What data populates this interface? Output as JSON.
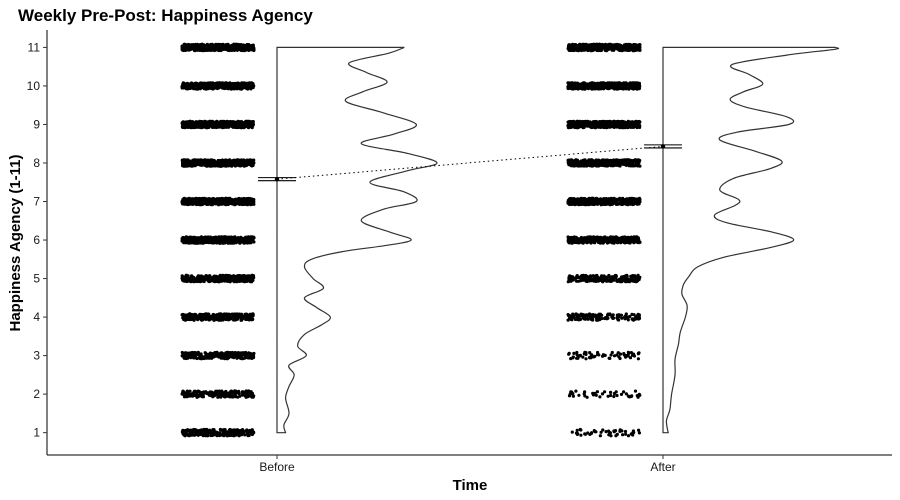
{
  "chart_data": {
    "type": "scatter",
    "title": "Weekly Pre-Post: Happiness Agency",
    "xlabel": "Time",
    "ylabel": "Happiness Agency (1-11)",
    "categories": [
      "Before",
      "After"
    ],
    "y_ticks": [
      1,
      2,
      3,
      4,
      5,
      6,
      7,
      8,
      9,
      10,
      11
    ],
    "ylim": [
      0.42,
      11.4
    ],
    "grid": false,
    "legend": "none",
    "groups": [
      {
        "category": "Before",
        "mean": 7.58,
        "se": 0.04,
        "points_per_level": [
          260,
          220,
          260,
          300,
          320,
          420,
          480,
          460,
          460,
          420,
          440
        ],
        "density": [
          [
            1.0,
            0.05
          ],
          [
            1.2,
            0.04
          ],
          [
            1.5,
            0.07
          ],
          [
            1.9,
            0.05
          ],
          [
            2.2,
            0.07
          ],
          [
            2.5,
            0.1
          ],
          [
            2.75,
            0.07
          ],
          [
            3.0,
            0.17
          ],
          [
            3.25,
            0.12
          ],
          [
            3.55,
            0.16
          ],
          [
            3.8,
            0.26
          ],
          [
            4.0,
            0.31
          ],
          [
            4.25,
            0.23
          ],
          [
            4.5,
            0.16
          ],
          [
            4.75,
            0.27
          ],
          [
            5.0,
            0.21
          ],
          [
            5.3,
            0.16
          ],
          [
            5.5,
            0.2
          ],
          [
            5.7,
            0.38
          ],
          [
            5.85,
            0.62
          ],
          [
            6.0,
            0.78
          ],
          [
            6.2,
            0.66
          ],
          [
            6.5,
            0.49
          ],
          [
            6.8,
            0.62
          ],
          [
            7.0,
            0.81
          ],
          [
            7.25,
            0.74
          ],
          [
            7.5,
            0.54
          ],
          [
            7.8,
            0.76
          ],
          [
            8.0,
            0.93
          ],
          [
            8.25,
            0.76
          ],
          [
            8.5,
            0.49
          ],
          [
            8.75,
            0.68
          ],
          [
            9.0,
            0.81
          ],
          [
            9.3,
            0.62
          ],
          [
            9.6,
            0.4
          ],
          [
            9.85,
            0.5
          ],
          [
            10.1,
            0.64
          ],
          [
            10.35,
            0.52
          ],
          [
            10.6,
            0.42
          ],
          [
            10.85,
            0.65
          ],
          [
            11.0,
            0.74
          ]
        ]
      },
      {
        "category": "After",
        "mean": 8.43,
        "se": 0.04,
        "points_per_level": [
          45,
          40,
          60,
          140,
          200,
          320,
          460,
          440,
          460,
          420,
          480
        ],
        "density": [
          [
            1.0,
            0.03
          ],
          [
            1.3,
            0.02
          ],
          [
            1.6,
            0.04
          ],
          [
            2.0,
            0.05
          ],
          [
            2.5,
            0.07
          ],
          [
            2.9,
            0.07
          ],
          [
            3.3,
            0.09
          ],
          [
            3.6,
            0.1
          ],
          [
            4.0,
            0.13
          ],
          [
            4.3,
            0.14
          ],
          [
            4.6,
            0.11
          ],
          [
            4.85,
            0.12
          ],
          [
            5.05,
            0.15
          ],
          [
            5.3,
            0.2
          ],
          [
            5.55,
            0.35
          ],
          [
            5.8,
            0.62
          ],
          [
            6.0,
            0.76
          ],
          [
            6.2,
            0.64
          ],
          [
            6.45,
            0.37
          ],
          [
            6.65,
            0.3
          ],
          [
            6.9,
            0.42
          ],
          [
            7.05,
            0.44
          ],
          [
            7.3,
            0.33
          ],
          [
            7.6,
            0.41
          ],
          [
            7.85,
            0.62
          ],
          [
            8.05,
            0.69
          ],
          [
            8.3,
            0.54
          ],
          [
            8.6,
            0.33
          ],
          [
            8.8,
            0.43
          ],
          [
            9.0,
            0.73
          ],
          [
            9.2,
            0.72
          ],
          [
            9.45,
            0.48
          ],
          [
            9.65,
            0.39
          ],
          [
            9.85,
            0.47
          ],
          [
            10.05,
            0.58
          ],
          [
            10.3,
            0.5
          ],
          [
            10.55,
            0.4
          ],
          [
            10.8,
            0.72
          ],
          [
            10.95,
            1.0
          ],
          [
            11.0,
            1.0
          ]
        ]
      }
    ]
  }
}
